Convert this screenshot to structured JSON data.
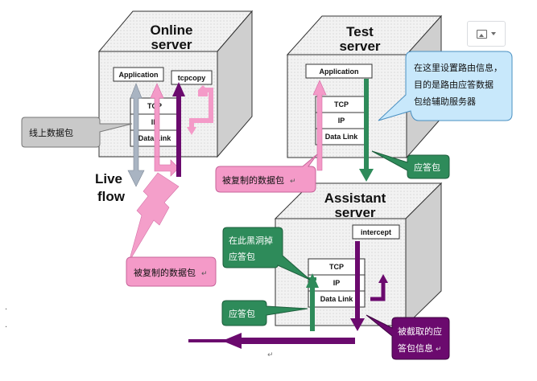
{
  "servers": {
    "online": {
      "title_line1": "Online",
      "title_line2": "server",
      "app_label": "Application",
      "tcpcopy_label": "tcpcopy"
    },
    "test": {
      "title_line1": "Test",
      "title_line2": "server",
      "app_label": "Application"
    },
    "assistant": {
      "title_line1": "Assistant",
      "title_line2": "server",
      "intercept_label": "intercept"
    }
  },
  "layers": {
    "tcp": "TCP",
    "ip": "IP",
    "datalink": "Data Link"
  },
  "live_flow": {
    "line1": "Live",
    "line2": "flow"
  },
  "callouts": {
    "online_packet": "线上数据包",
    "copied_packet_test": "被复制的数据包",
    "copied_packet_online": "被复制的数据包",
    "route_info_line1": "在这里设置路由信息，",
    "route_info_line2": "目的是路由应答数据",
    "route_info_line3": "包给辅助服务器",
    "response_packet_test": "应答包",
    "blackhole_line1": "在此黑洞掉",
    "blackhole_line2": "应答包",
    "response_packet_assistant": "应答包",
    "intercepted_line1": "被截取的应",
    "intercepted_line2": "答包信息"
  },
  "paragraph_marks": {
    "mark": "↵"
  },
  "colors": {
    "pink": "#f49ac8",
    "purple": "#6b0a6e",
    "green": "#2e8b5a",
    "lightblue": "#c8e8fb",
    "gray_arrow": "#a9b4c2",
    "box_face": "#f7f7f7",
    "box_top": "#ececec",
    "box_side": "#cfcfcf"
  },
  "toolbar": {
    "icon": "image-icon",
    "dropdown_icon": "chevron-down-icon"
  }
}
